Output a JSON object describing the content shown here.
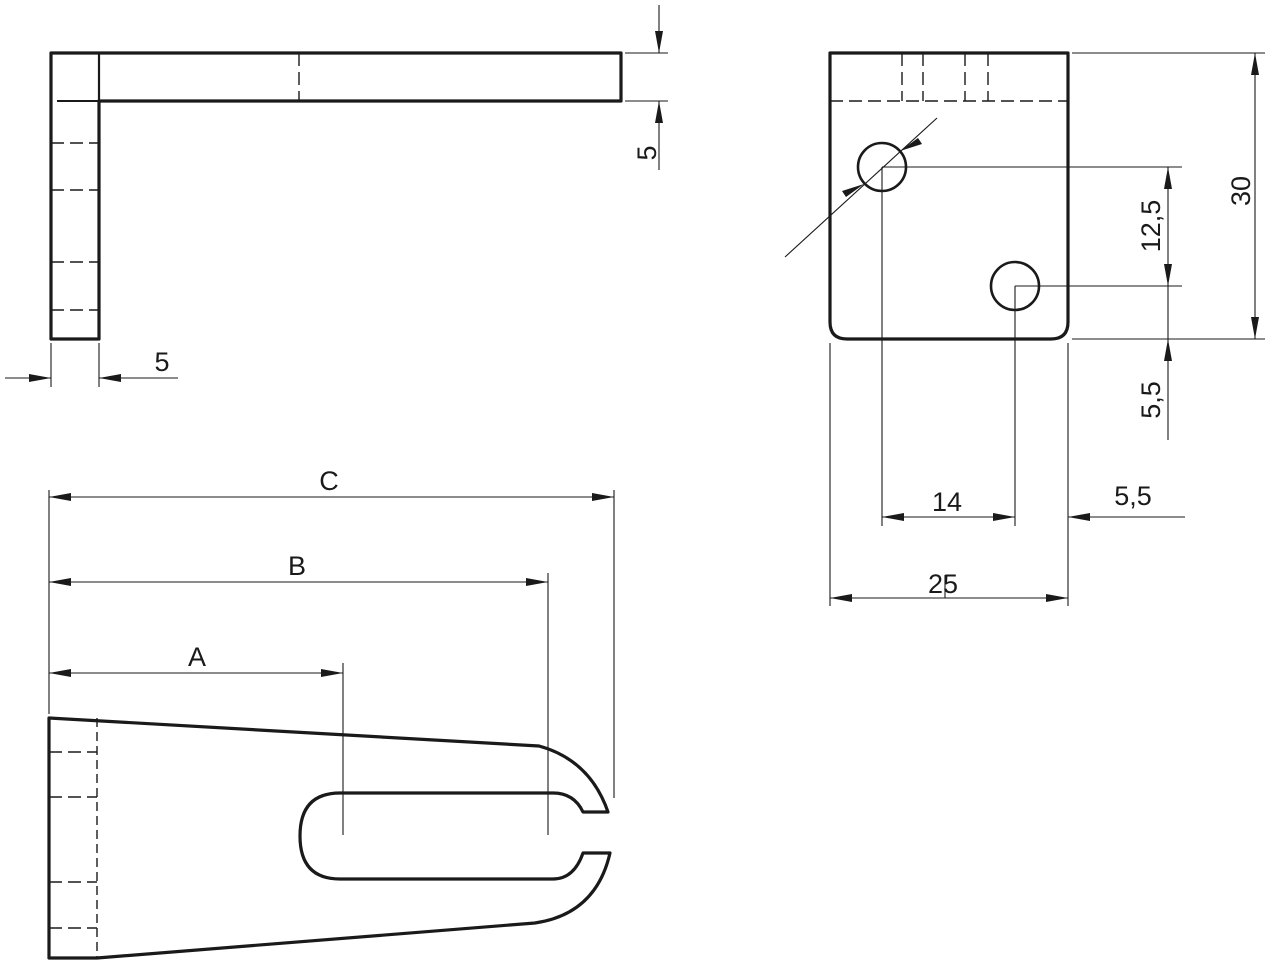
{
  "drawing": {
    "title": "",
    "views": {
      "top_view": {
        "dim_thickness_h": "5",
        "dim_thickness_v": "5"
      },
      "side_view": {
        "dim_height": "30",
        "dim_hole_spacing_v": "12,5",
        "dim_bottom_offset": "5,5",
        "dim_hole_spacing_h": "14",
        "dim_edge_offset": "5,5",
        "dim_width": "25"
      },
      "front_view": {
        "dim_a": "A",
        "dim_b": "B",
        "dim_c": "C"
      }
    }
  }
}
